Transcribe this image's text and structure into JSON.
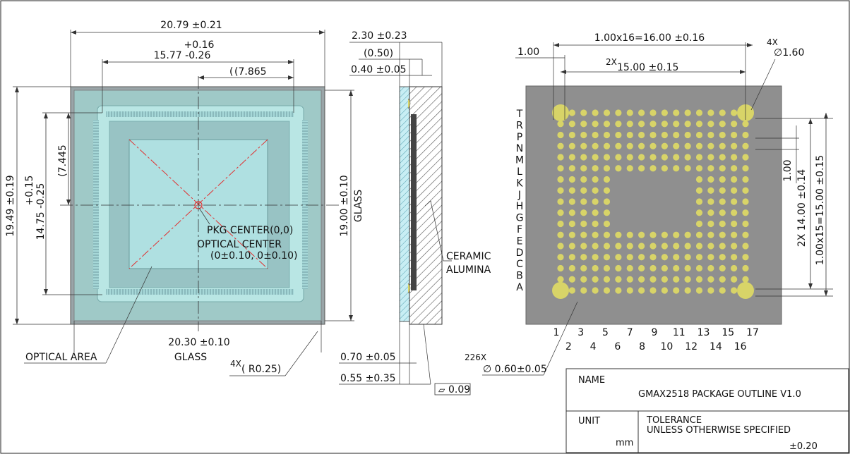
{
  "top_view": {
    "width_dim": "20.79 ±0.21",
    "opt_tol_plus": "+0.16",
    "opt_width": "15.77 -0.26",
    "half_width": "(7.865",
    "height_dim": "19.49 ±0.19",
    "opt_h_plus": "+0.15",
    "opt_height": "14.75 -0.25",
    "half_height": "(7.445",
    "glass_height": "19.00 ±0.10",
    "glass_h_label": "GLASS",
    "glass_width": "20.30 ±0.10",
    "glass_w_label": "GLASS",
    "pkg_center": "PKG CENTER(0,0)",
    "optical_center": "OPTICAL CENTER",
    "optical_center_val": "(0±0.10, 0±0.10)",
    "optical_area": "OPTICAL AREA",
    "corner_qty": "4X",
    "corner_radius": "( R0.25)"
  },
  "side_view": {
    "total_thick": "2.30 ±0.23",
    "glass_ref": "(0.50)",
    "gap": "0.40 ±0.05",
    "ceramic": "CERAMIC",
    "alumina": "ALUMINA",
    "body_thick": "0.70 ±0.05",
    "glass_thick": "0.55 ±0.35",
    "flatness": "0.09"
  },
  "bottom_view": {
    "pitch_total": "1.00x16=16.00 ±0.16",
    "pitch_left": "1.00",
    "two_x": "2X",
    "span_15": "15.00 ±0.15",
    "four_x": "4X",
    "big_ball": "∅1.60",
    "pitch_v": "1.00",
    "span_14": "2X 14.00 ±0.14",
    "pitch_v_total": "1.00x15=15.00 ±0.15",
    "ball_qty": "226X",
    "ball_dia": "∅ 0.60±0.05",
    "rows": [
      "T",
      "R",
      "P",
      "N",
      "M",
      "L",
      "K",
      "J",
      "H",
      "G",
      "F",
      "E",
      "D",
      "C",
      "B",
      "A"
    ],
    "cols_odd": [
      "1",
      "3",
      "5",
      "7",
      "9",
      "11",
      "13",
      "15",
      "17"
    ],
    "cols_even": [
      "2",
      "4",
      "6",
      "8",
      "10",
      "12",
      "14",
      "16"
    ],
    "pkg_color": "#8f8f8f",
    "ball_color": "#d8d468"
  },
  "title_block": {
    "name_label": "NAME",
    "name_value": "GMAX2518 PACKAGE OUTLINE V1.0",
    "unit_label": "UNIT",
    "unit_value": "mm",
    "tolerance_label": "TOLERANCE",
    "tolerance_note": "UNLESS OTHERWISE SPECIFIED",
    "tolerance_value": "±0.20"
  }
}
